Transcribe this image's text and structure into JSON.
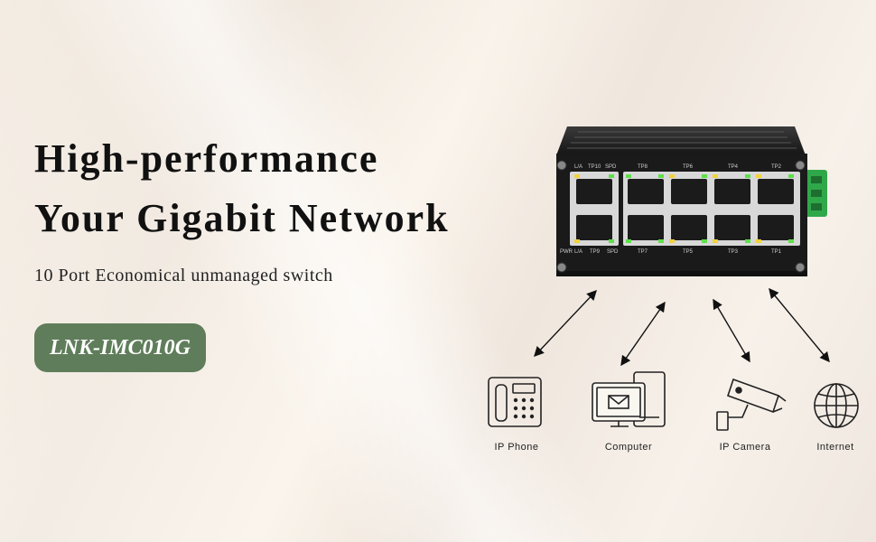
{
  "headline": {
    "line1": "High-performance",
    "line2": "Your Gigabit Network"
  },
  "subtitle": "10 Port Economical unmanaged switch",
  "model_badge": "LNK-IMC010G",
  "switch": {
    "top_labels": [
      "L/A",
      "TP10",
      "SPD",
      "TP8",
      "TP6",
      "TP4",
      "TP2"
    ],
    "bottom_labels": [
      "PWR",
      "L/A",
      "TP9",
      "SPD",
      "TP7",
      "TP5",
      "TP3",
      "TP1"
    ]
  },
  "devices": [
    {
      "label": "IP Phone",
      "icon": "phone-icon"
    },
    {
      "label": "Computer",
      "icon": "computer-icon"
    },
    {
      "label": "IP Camera",
      "icon": "camera-icon"
    },
    {
      "label": "Internet",
      "icon": "globe-icon"
    }
  ],
  "colors": {
    "badge": "#5f7d5a",
    "switch_body": "#1a1a1a",
    "terminal": "#2fa84a",
    "led_green": "#5ee04a",
    "led_yellow": "#f2d23a"
  }
}
